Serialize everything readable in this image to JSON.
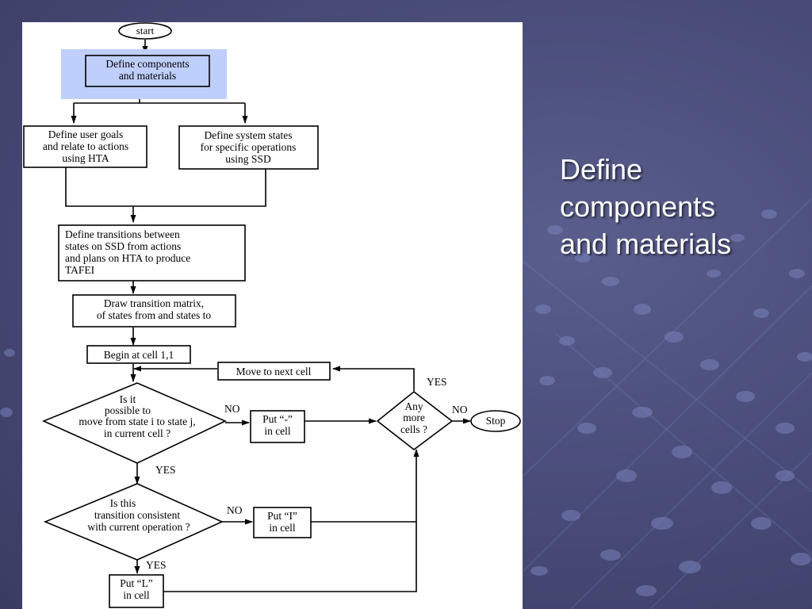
{
  "slide": {
    "title_lines": [
      "Define",
      "components",
      "and materials"
    ]
  },
  "flowchart": {
    "start": "start",
    "define_components": [
      "Define components",
      "and materials"
    ],
    "user_goals": [
      "Define user goals",
      "and relate to actions",
      "using HTA"
    ],
    "system_states": [
      "Define system states",
      "for specific operations",
      "using SSD"
    ],
    "transitions": [
      "Define transitions between",
      "states on SSD from actions",
      "and plans on HTA to produce",
      "TAFEI"
    ],
    "matrix": [
      "Draw transition matrix,",
      "of states from and states to"
    ],
    "begin": "Begin at cell 1,1",
    "next_cell": "Move to next cell",
    "possible": [
      "Is it",
      "possible to",
      "move from state i to state j,",
      "in current cell ?"
    ],
    "put_dash": [
      "Put “-”",
      "in cell"
    ],
    "more_cells": [
      "Any",
      "more",
      "cells ?"
    ],
    "stop": "Stop",
    "consistent": [
      "Is this",
      "transition consistent",
      "with current operation ?"
    ],
    "put_i": [
      "Put “I”",
      "in cell"
    ],
    "put_l": [
      "Put “L”",
      "in cell"
    ],
    "labels": {
      "yes": "YES",
      "no": "NO"
    }
  },
  "colors": {
    "highlight": "#bfcffb",
    "background": "#4a4d7a"
  }
}
